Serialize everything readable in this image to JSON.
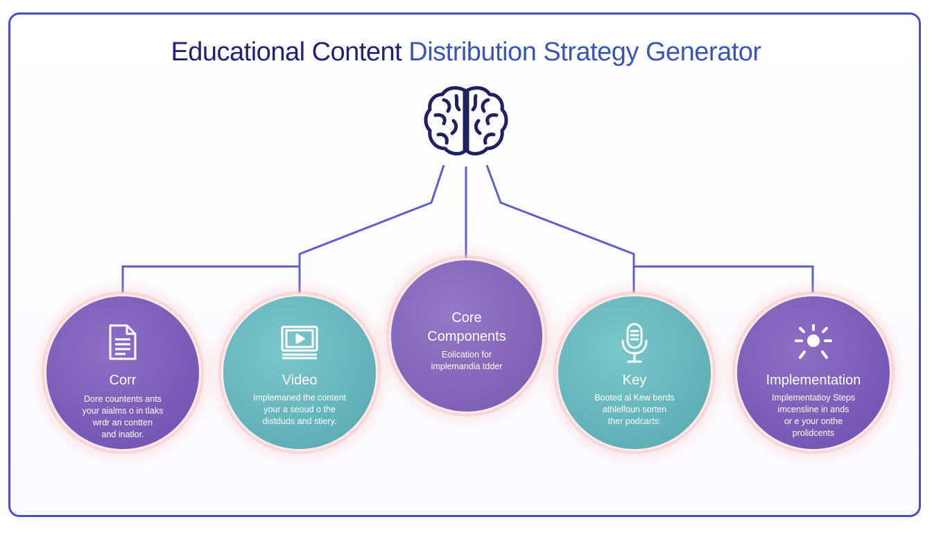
{
  "title": {
    "part1": "Educational Content ",
    "part2": "Distribution Strategy Generator"
  },
  "nodes": [
    {
      "label": "Corr",
      "description": "Dore countents ants\nyour aialms o in tlaks\nwrdr an contten\nand inatlor.",
      "icon": "document-icon",
      "color": "purple"
    },
    {
      "label": "Video",
      "description": "Implemaned the content\nyour a seoud o the\ndistduds and stiery.",
      "icon": "video-icon",
      "color": "teal"
    },
    {
      "label": "Core\nComponents",
      "description": "Eolication for\nimplemandia tdder",
      "icon": "",
      "color": "purple"
    },
    {
      "label": "Key",
      "description": "Booted al Kew berds\nathlelfoun sorten\nther podcarts:",
      "icon": "microphone-icon",
      "color": "teal"
    },
    {
      "label": "Implementation",
      "description": "Implementatioy Steps\nimcensline in ands\nor e your onthe\nprolidcents",
      "icon": "sparkle-icon",
      "color": "purple"
    }
  ],
  "colors": {
    "frame": "#4a4fc0",
    "title_dark": "#1f2470",
    "title_blue": "#3b55b5",
    "connector": "#5b5fc7",
    "purple_node": "#7a5cb8",
    "teal_node": "#65b4bb",
    "glow": "#f9c4c4"
  }
}
